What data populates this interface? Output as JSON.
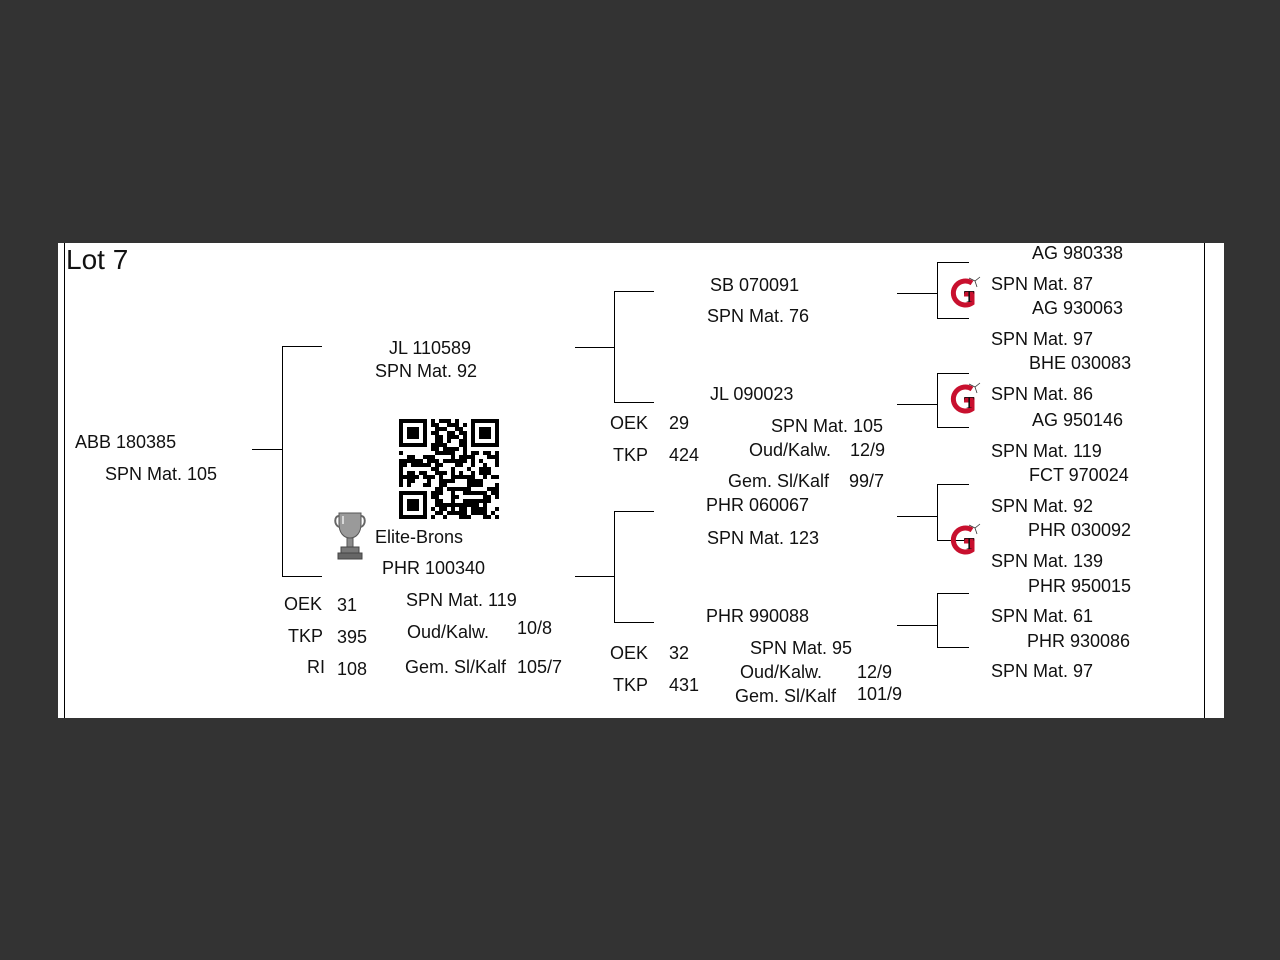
{
  "lot": "Lot 7",
  "subject": {
    "id": "ABB 180385",
    "mat": "SPN Mat. 105"
  },
  "sire": {
    "id": "JL  110589",
    "mat": "SPN Mat. 92"
  },
  "dam": {
    "award": "Elite-Brons",
    "id": "PHR 100340",
    "mat": "SPN Mat. 119",
    "oek_label": "OEK",
    "oek": "31",
    "tkp_label": "TKP",
    "tkp": "395",
    "ri_label": "RI",
    "ri": "108",
    "oud_label": "Oud/Kalw.",
    "oud": "10/8",
    "gem_label": "Gem. Sl/Kalf",
    "gem": "105/7"
  },
  "sire_sire": {
    "id": "SB  070091",
    "mat": "SPN Mat. 76"
  },
  "sire_dam": {
    "id": "JL  090023",
    "mat": "SPN Mat. 105",
    "oek_label": "OEK",
    "oek": "29",
    "tkp_label": "TKP",
    "tkp": "424",
    "oud_label": "Oud/Kalw.",
    "oud": "12/9",
    "gem_label": "Gem. Sl/Kalf",
    "gem": "99/7"
  },
  "dam_sire": {
    "id": "PHR 060067",
    "mat": "SPN Mat. 123"
  },
  "dam_dam": {
    "id": "PHR 990088",
    "mat": "SPN Mat. 95",
    "oek_label": "OEK",
    "oek": "32",
    "tkp_label": "TKP",
    "tkp": "431",
    "oud_label": "Oud/Kalw.",
    "oud": "12/9",
    "gem_label": "Gem. Sl/Kalf",
    "gem": "101/9"
  },
  "gen3": [
    {
      "id": "AG  980338",
      "mat": "SPN Mat. 87"
    },
    {
      "id": "AG  930063",
      "mat": "SPN Mat. 97"
    },
    {
      "id": "BHE 030083",
      "mat": "SPN Mat. 86"
    },
    {
      "id": "AG  950146",
      "mat": "SPN Mat. 119"
    },
    {
      "id": "FCT 970024",
      "mat": "SPN Mat. 92"
    },
    {
      "id": "PHR 030092",
      "mat": "SPN Mat. 139"
    },
    {
      "id": "PHR 950015",
      "mat": "SPN Mat. 61"
    },
    {
      "id": "PHR 930086",
      "mat": "SPN Mat. 97"
    }
  ],
  "colors": {
    "background": "#333333",
    "sheet": "#ffffff",
    "gt_red": "#c8102e"
  },
  "icons": {
    "gt_logo": "gt-logo-icon",
    "qr": "qr-code-icon",
    "trophy": "trophy-icon"
  }
}
